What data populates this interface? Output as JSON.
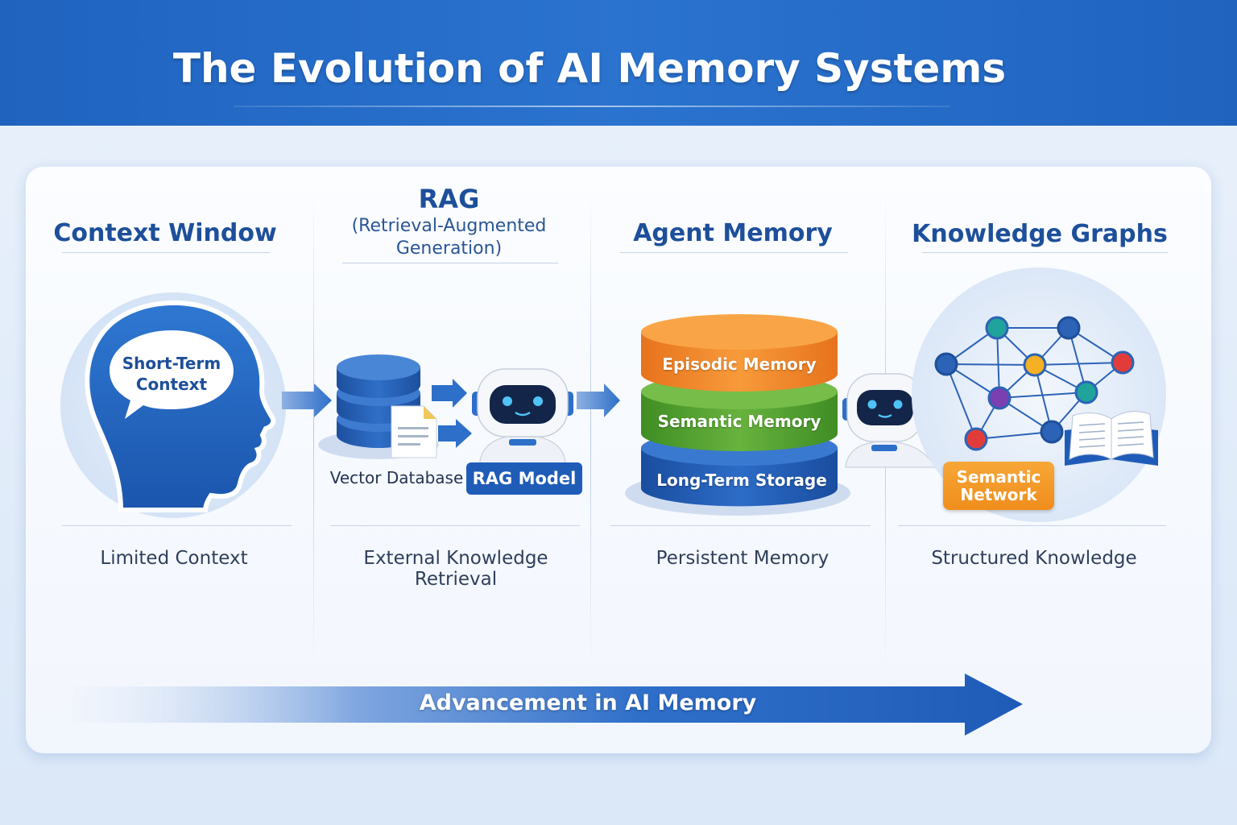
{
  "title": "The Evolution of AI Memory Systems",
  "columns": [
    {
      "title": "Context Window",
      "bubble": [
        "Short-Term",
        "Context"
      ],
      "caption": "Limited Context"
    },
    {
      "title": "RAG",
      "subtitle": [
        "(Retrieval-Augmented",
        "Generation)"
      ],
      "db_label": "Vector Database",
      "model_label": "RAG Model",
      "caption": "External Knowledge Retrieval"
    },
    {
      "title": "Agent Memory",
      "layers": [
        "Episodic Memory",
        "Semantic Memory",
        "Long-Term Storage"
      ],
      "caption": "Persistent Memory"
    },
    {
      "title": "Knowledge Graphs",
      "network_label": [
        "Semantic",
        "Network"
      ],
      "caption": "Structured Knowledge"
    }
  ],
  "progress_arrow": "Advancement in AI Memory",
  "colors": {
    "header": "#2268c4",
    "primary_blue": "#1f5fb8",
    "episodic": "#f08a2c",
    "semantic": "#5aa434",
    "long_term": "#1f5bb5",
    "network_label": "#f29a26"
  },
  "icons": [
    "head-silhouette-icon",
    "database-icon",
    "document-icon",
    "robot-icon",
    "open-book-icon",
    "graph-network-icon"
  ]
}
